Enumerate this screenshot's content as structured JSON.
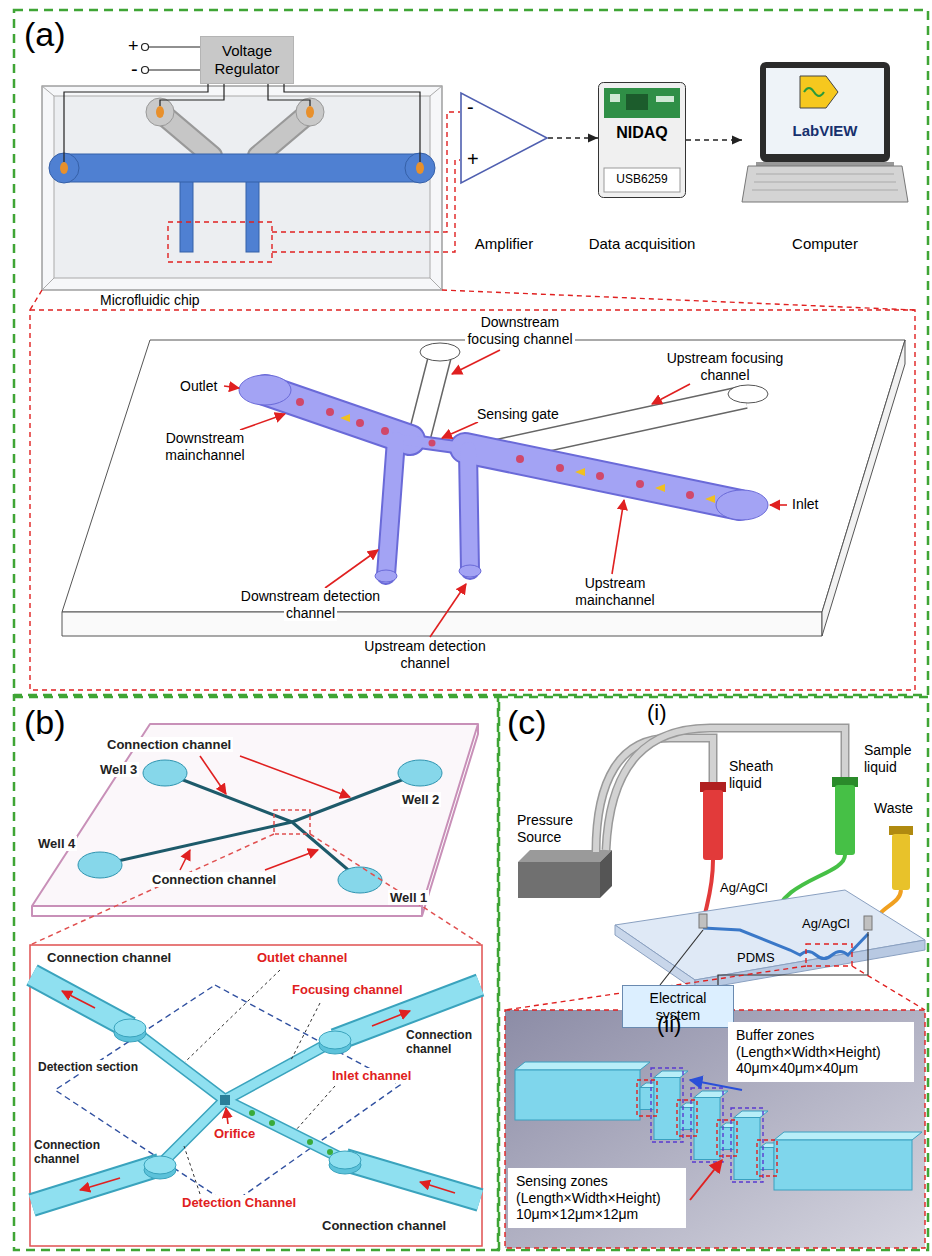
{
  "diagram": {
    "nodes": [
      {
        "text": [
          "Voltage Regulator"
        ]
      },
      {
        "text": [
          "-",
          "+",
          "Amplifier"
        ]
      },
      {
        "text": [
          "NIDAQ",
          "USB6259",
          "Data acquisition"
        ]
      },
      {
        "text": [
          "LabVIEW",
          "Computer"
        ]
      },
      {
        "text": [
          "Electrical system"
        ]
      },
      {
        "text": [
          "Buffer zones",
          "(Length×Width×Height)",
          "40μm×40μm×40μm"
        ]
      },
      {
        "text": [
          "Sensing zones",
          "(Length×Width×Height)",
          "10μm×12μm×12μm"
        ]
      }
    ],
    "edges": [
      {
        "from": 1,
        "to": 2,
        "arrow": "to"
      },
      {
        "from": 2,
        "to": 3,
        "arrow": "to"
      }
    ],
    "labels": [
      "(a)",
      "+",
      "-",
      "Microfluidic chip",
      "Downstream focusing channel",
      "Upstream focusing channel",
      "Outlet",
      "Sensing gate",
      "Inlet",
      "Downstream mainchannel",
      "Upstream mainchannel",
      "Downstream detection channel",
      "Upstream detection channel",
      "(b)",
      "Connection channel",
      "Well 3",
      "Well 2",
      "Well 4",
      "Well 1",
      "Connection channel",
      "Connection channel",
      "Outlet channel",
      "Focusing channel",
      "Connection channel",
      "Detection section",
      "Inlet channel",
      "Orifice",
      "Connection channel",
      "Detection Channel",
      "Connection channel",
      "(c)",
      "(i)",
      "Pressure Source",
      "Sheath liquid",
      "Sample liquid",
      "Waste",
      "Ag/AgCl",
      "Ag/AgCl",
      "PDMS",
      "(ii)"
    ]
  }
}
